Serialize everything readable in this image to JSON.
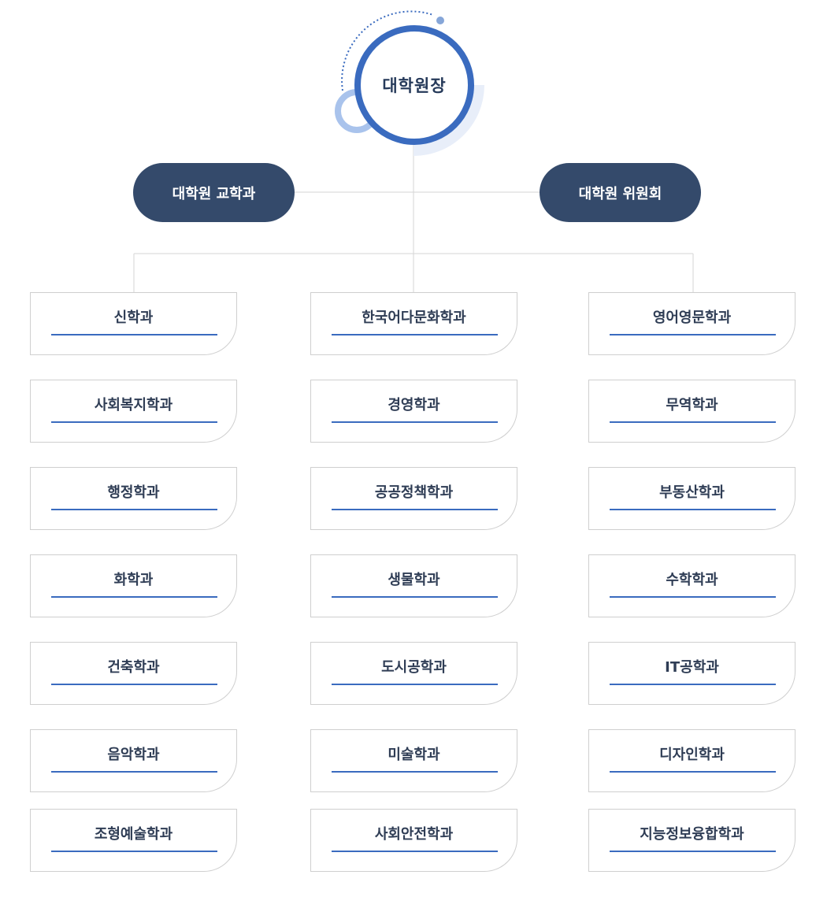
{
  "chart_data": {
    "type": "org_chart",
    "root": "대학원장",
    "staff": [
      "대학원 교학과",
      "대학원 위원회"
    ],
    "departments": [
      [
        "신학과",
        "한국어다문화학과",
        "영어영문학과"
      ],
      [
        "사회복지학과",
        "경영학과",
        "무역학과"
      ],
      [
        "행정학과",
        "공공정책학과",
        "부동산학과"
      ],
      [
        "화학과",
        "생물학과",
        "수학학과"
      ],
      [
        "건축학과",
        "도시공학과",
        "IT공학과"
      ],
      [
        "음악학과",
        "미술학과",
        "디자인학과"
      ],
      [
        "조형예술학과",
        "사회안전학과",
        "지능정보융합학과"
      ]
    ]
  },
  "colors": {
    "accent": "#3a6bbf",
    "light_accent": "#a9c3ec",
    "pill_bg": "#344a6b",
    "text": "#2f3d55",
    "border": "#cfcfcf",
    "line": "#d6d6d6"
  }
}
